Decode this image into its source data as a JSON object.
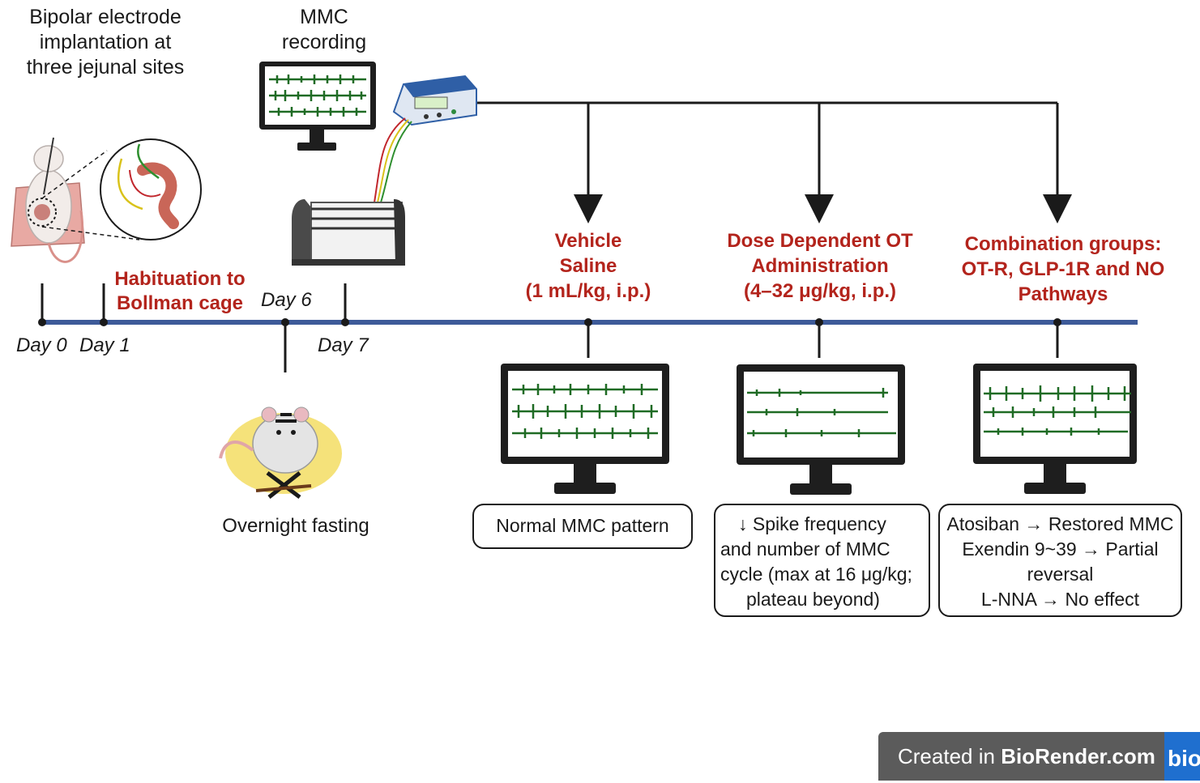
{
  "setup": {
    "implant_label": [
      "Bipolar electrode",
      "implantation  at",
      "three jejunal sites"
    ],
    "mmc_label": [
      "MMC",
      "recording"
    ],
    "fasting_label": "Overnight fasting"
  },
  "timeline": {
    "days": [
      "Day 0",
      "Day 1",
      "Day 6",
      "Day 7"
    ],
    "habituation_label": [
      "Habituation to",
      "Bollman cage"
    ]
  },
  "groups": [
    {
      "title": [
        "Vehicle",
        "Saline",
        "(1 mL/kg, i.p.)"
      ],
      "result": [
        "Normal MMC pattern"
      ]
    },
    {
      "title": [
        "Dose Dependent OT",
        "Administration",
        "(4–32 μg/kg,  i.p.)"
      ],
      "result": [
        "↓ Spike frequency",
        "and number of MMC",
        "cycle (max at 16 μg/kg;",
        "plateau beyond)"
      ]
    },
    {
      "title": [
        "Combination groups:",
        "OT-R, GLP-1R and NO",
        "Pathways"
      ],
      "result": [
        "Atosiban → Restored MMC",
        "Exendin 9~39 → Partial",
        "reversal",
        "L-NNA → No effect"
      ]
    }
  ],
  "badge": {
    "prefix": "Created in ",
    "brand": "BioRender.com",
    "tag": "bio"
  },
  "colors": {
    "timeline": "#3d5a99",
    "title_red": "#b3241c",
    "trace_green": "#1f6b24",
    "device_blue": "#2f5fa6"
  }
}
